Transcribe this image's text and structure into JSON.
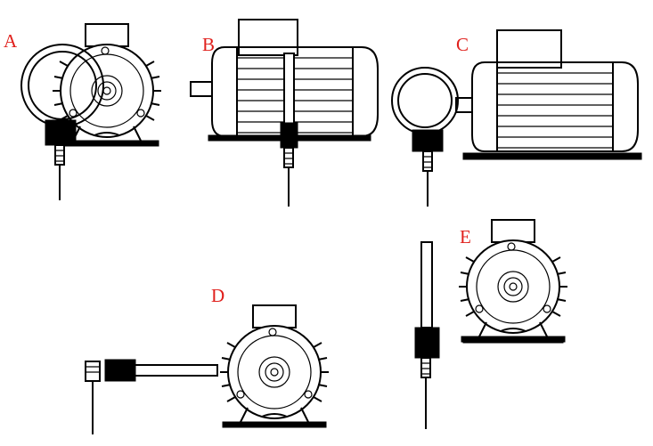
{
  "labels": {
    "a": "A",
    "b": "B",
    "c": "C",
    "d": "D",
    "e": "E"
  },
  "colors": {
    "label": "#e0201c",
    "line": "#000000",
    "background": "#ffffff"
  }
}
